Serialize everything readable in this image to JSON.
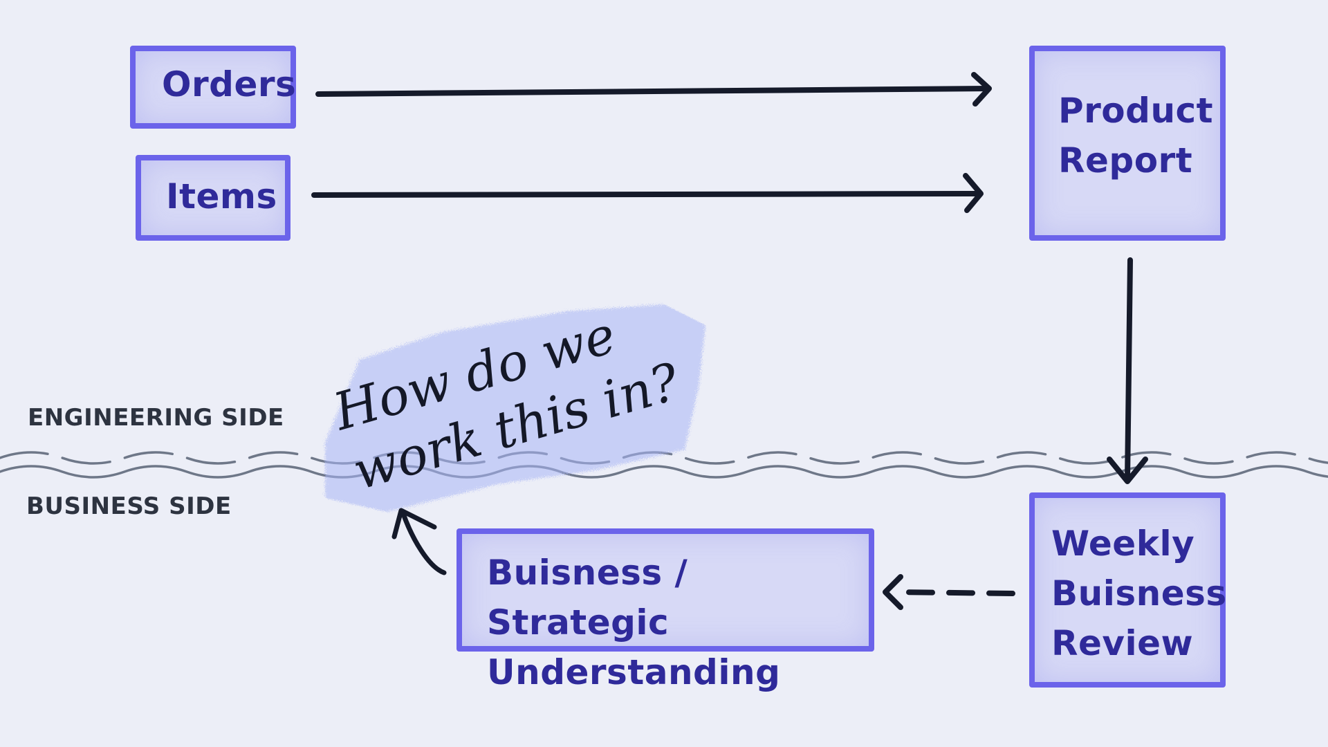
{
  "nodes": {
    "orders": "Orders",
    "items": "Items",
    "product_report": "Product\nReport",
    "weekly_review": "Weekly\nBuisness\nReview",
    "business_understanding": "Buisness / Strategic\nUnderstanding"
  },
  "sides": {
    "engineering": "ENGINEERING SIDE",
    "business": "BUSINESS SIDE"
  },
  "annotation": {
    "line1": "How do we",
    "line2": "work this in?"
  },
  "colors": {
    "background": "#eceef7",
    "box_border": "#6b63ea",
    "box_fill": "#d7d9f6",
    "box_text": "#2f2a9a",
    "arrow": "#151a2a",
    "wave": "#6e7788",
    "highlight": "#a9b6f6"
  }
}
